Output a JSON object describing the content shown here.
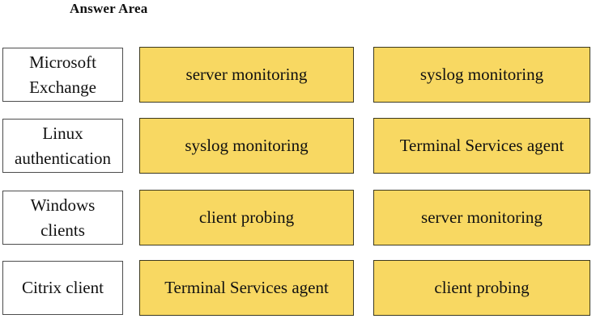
{
  "title": "Answer Area",
  "colors": {
    "background": "#FFFFFF",
    "option_fill": "#F8D862",
    "option_border": "#3C391F",
    "source_fill": "#FFFFFF",
    "source_border": "#4D4D4D",
    "text": "#111111"
  },
  "rows": [
    {
      "source_line1": "Microsoft",
      "source_line2": "Exchange",
      "selected_option": "server monitoring",
      "available_option": "syslog monitoring"
    },
    {
      "source_line1": "Linux",
      "source_line2": "authentication",
      "selected_option": "syslog monitoring",
      "available_option": "Terminal Services agent"
    },
    {
      "source_line1": "Windows",
      "source_line2": "clients",
      "selected_option": "client probing",
      "available_option": "server monitoring"
    },
    {
      "source_line1": "Citrix client",
      "source_line2": "",
      "selected_option": "Terminal Services agent",
      "available_option": "client probing"
    }
  ]
}
